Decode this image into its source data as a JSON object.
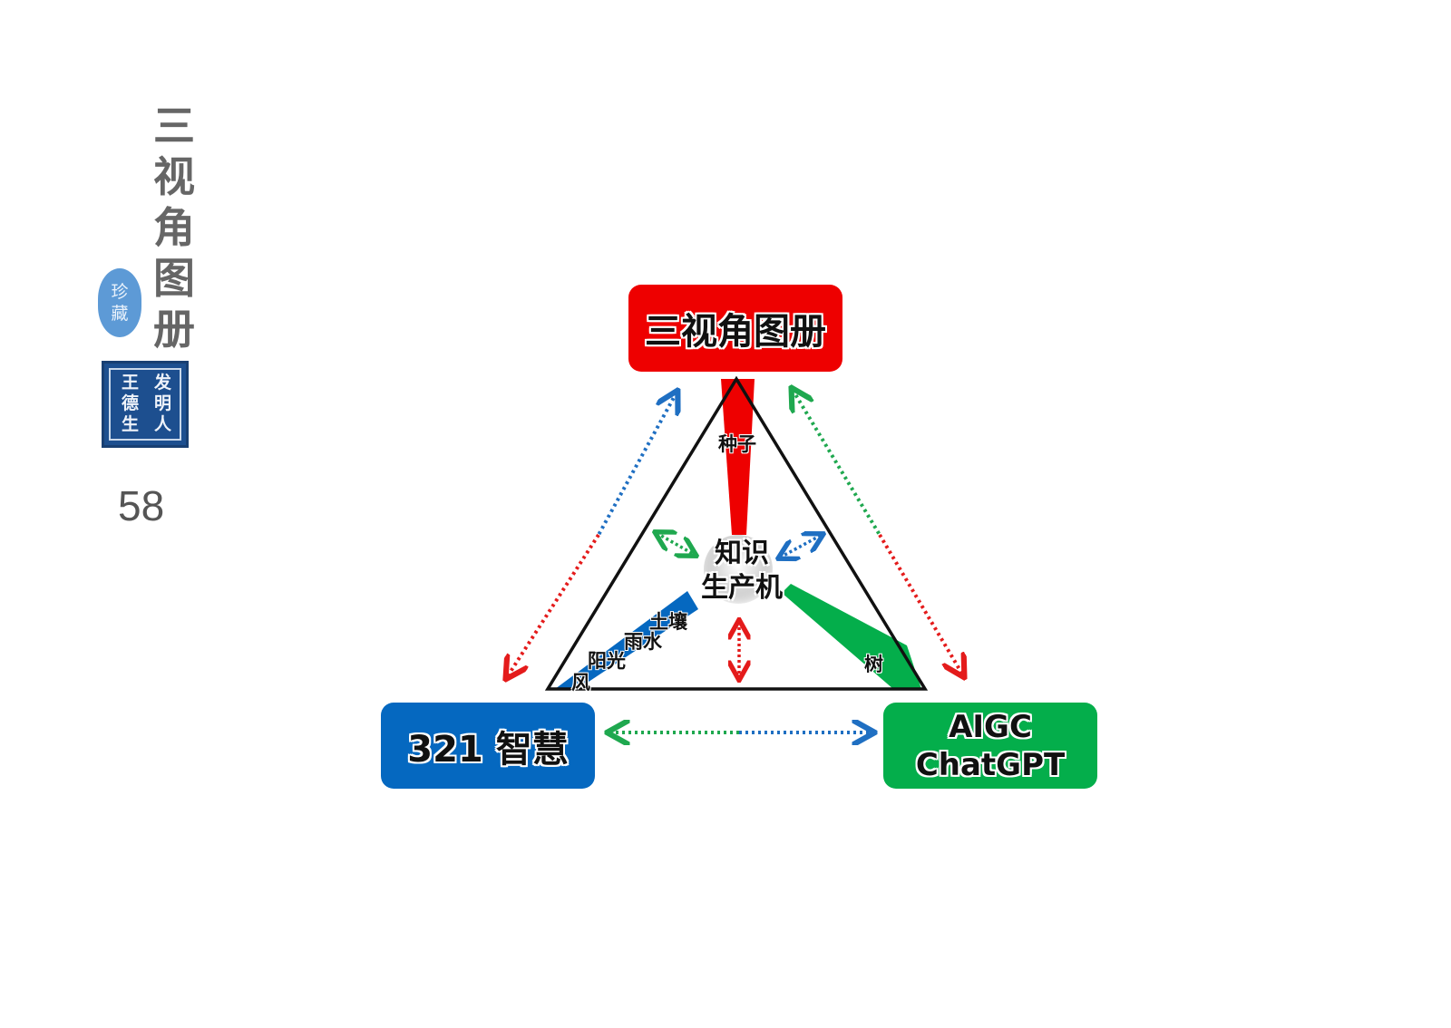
{
  "sidebar": {
    "title_chars": [
      "三",
      "视",
      "角",
      "图",
      "册"
    ],
    "seal_oval_chars": [
      "珍",
      "藏"
    ],
    "seal_square_chars": [
      "发",
      "明",
      "人",
      "王",
      "德",
      "生"
    ],
    "page_number": "58"
  },
  "diagram": {
    "top_box": "三视角图册",
    "left_box": "321 智慧",
    "right_box_line1": "AIGC",
    "right_box_line2": "ChatGPT",
    "center_line1": "知识",
    "center_line2": "生产机",
    "seed_label": "种子",
    "tree_label": "树",
    "wind_label": "风",
    "sunlight_label": "阳光",
    "rain_label": "雨水",
    "soil_label": "土壤"
  },
  "colors": {
    "red": "#ee0000",
    "blue": "#0568c0",
    "green": "#04ae4b",
    "seal_blue": "#1d4f8f",
    "seal_light_blue": "#5d9ad6"
  }
}
